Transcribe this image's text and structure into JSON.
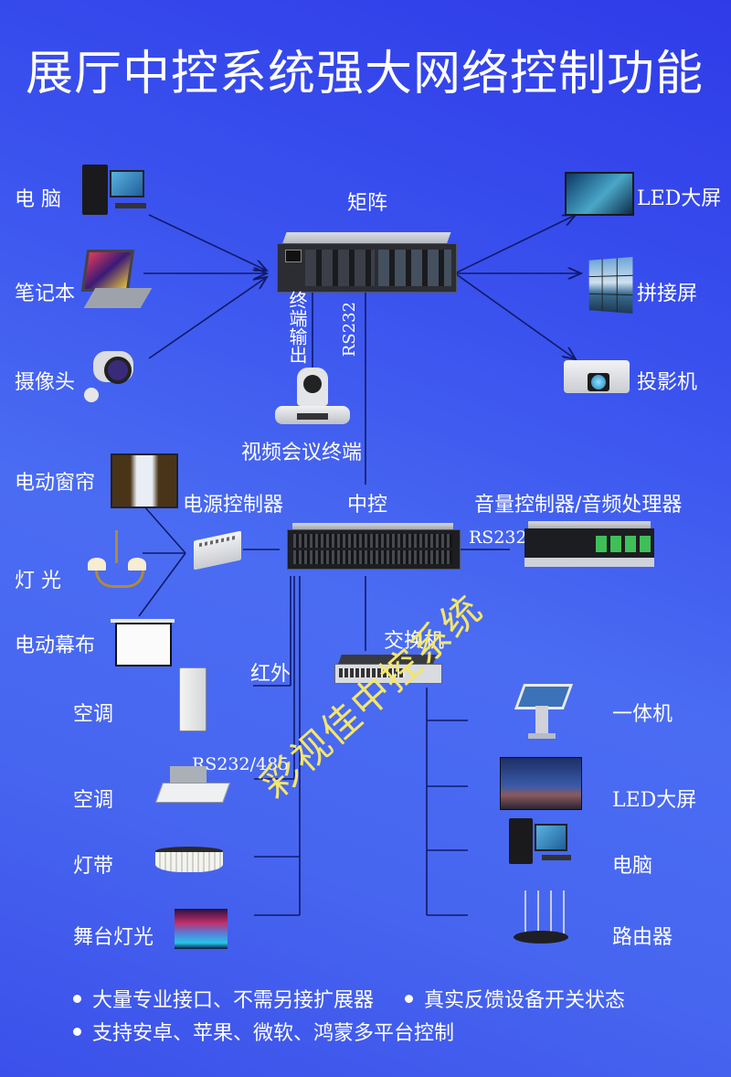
{
  "title": "展厅中控系统强大网络控制功能",
  "matrix": {
    "label": "矩阵"
  },
  "inputs": [
    {
      "label": "电 脑",
      "icon": "desktop-computer-icon"
    },
    {
      "label": "笔记本",
      "icon": "laptop-icon"
    },
    {
      "label": "摄像头",
      "icon": "security-camera-icon"
    }
  ],
  "outputs": [
    {
      "label": "LED大屏",
      "icon": "led-screen-icon"
    },
    {
      "label": "拼接屏",
      "icon": "video-wall-icon"
    },
    {
      "label": "投影机",
      "icon": "projector-icon"
    }
  ],
  "matrix_links": {
    "terminal_output": "终端输出",
    "rs232": "RS232"
  },
  "video_conf": {
    "label": "视频会议终端",
    "icon": "ptz-camera-icon"
  },
  "central": {
    "label": "中控",
    "icon": "server-icon"
  },
  "power_controller": {
    "label": "电源控制器",
    "devices": [
      {
        "label": "电动窗帘",
        "icon": "curtain-icon"
      },
      {
        "label": "灯 光",
        "icon": "chandelier-icon"
      },
      {
        "label": "电动幕布",
        "icon": "projection-screen-icon"
      }
    ]
  },
  "audio": {
    "label": "音量控制器/音频处理器",
    "link": "RS232",
    "icon": "audio-processor-icon"
  },
  "switch": {
    "label": "交换机",
    "icon": "network-switch-icon"
  },
  "left_bus": {
    "infrared": "红外",
    "rs485": "RS232/485",
    "devices": [
      {
        "label": "空调",
        "icon": "floor-ac-icon"
      },
      {
        "label": "空调",
        "icon": "ceiling-ac-icon"
      },
      {
        "label": "灯带",
        "icon": "led-strip-icon"
      },
      {
        "label": "舞台灯光",
        "icon": "stage-light-icon"
      }
    ]
  },
  "network_devices": [
    {
      "label": "一体机",
      "icon": "kiosk-icon"
    },
    {
      "label": "LED大屏",
      "icon": "led-screen-icon"
    },
    {
      "label": "电脑",
      "icon": "desktop-computer-icon"
    },
    {
      "label": "路由器",
      "icon": "router-icon"
    }
  ],
  "watermark": "彩视佳中控系统",
  "features": [
    "大量专业接口、不需另接扩展器",
    "真实反馈设备开关状态",
    "支持安卓、苹果、微软、鸿蒙多平台控制"
  ],
  "colors": {
    "line": "#101a6a",
    "watermark": "#f4e66a"
  }
}
